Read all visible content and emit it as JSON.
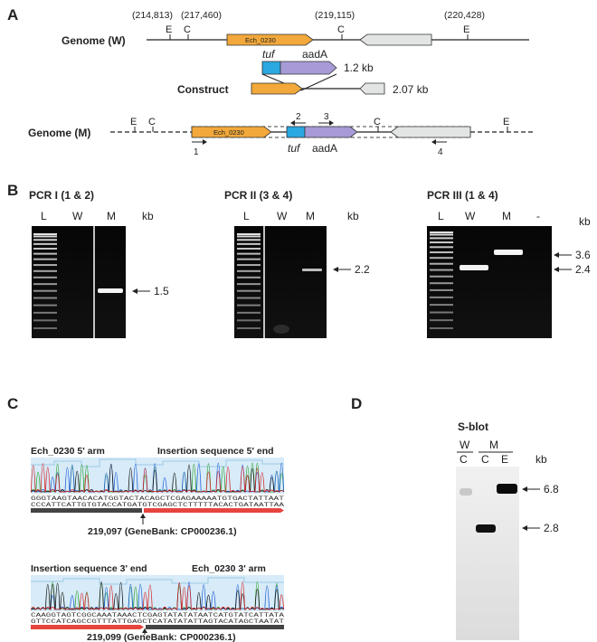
{
  "panelA": {
    "label": "A",
    "coords": [
      "(214,813)",
      "(217,460)",
      "(219,115)",
      "(220,428)"
    ],
    "genome_w": "Genome (W)",
    "construct": "Construct",
    "genome_m": "Genome (M)",
    "gene": "Ech_0230",
    "tuf": "tuf",
    "aadA": "aadA",
    "size_insert": "1.2 kb",
    "size_construct": "2.07 kb",
    "site_E": "E",
    "site_C": "C",
    "primers": [
      "1",
      "2",
      "3",
      "4"
    ],
    "colors": {
      "gene": "#f2a83a",
      "tuf": "#2aa8e0",
      "aadA": "#a79ad6",
      "grey_gene": "#e3e4e4"
    }
  },
  "panelB": {
    "label": "B",
    "gels": [
      {
        "title": "PCR I (1 & 2)",
        "lanes": [
          "L",
          "W",
          "M"
        ],
        "unit": "kb",
        "marker": "1.5"
      },
      {
        "title": "PCR II (3 & 4)",
        "lanes": [
          "L",
          "W",
          "M"
        ],
        "unit": "kb",
        "marker": "2.2"
      },
      {
        "title": "PCR III (1 & 4)",
        "lanes": [
          "L",
          "W",
          "M",
          "-"
        ],
        "unit": "kb",
        "markers": [
          "3.6",
          "2.4"
        ]
      }
    ]
  },
  "panelC": {
    "label": "C",
    "top": {
      "left_title": "Ech_0230 5' arm",
      "right_title": "Insertion sequence 5' end",
      "seq1": "GGGTAAGTAACACATGGTACTACAGCTCGAGAAAAATGTGACTATTAAT",
      "seq2": "CCCATTCATTGTGTACCATGATGTCGAGCTCTTTTTACACTGATAATTAA",
      "position": "219,097 (GeneBank: CP000236.1)"
    },
    "bottom": {
      "left_title": "Insertion sequence 3' end",
      "right_title": "Ech_0230 3' arm",
      "seq1": "CAAGGTAGTCGGCAAATAAACTCGAGTATATATAATCATGTATCATTATA",
      "seq2": "GTTCCATCAGCCGTTTATTGAGCTCATATATATTAGTACATAGCTAATAT",
      "position": "219,099 (GeneBank: CP000236.1)"
    }
  },
  "panelD": {
    "label": "D",
    "title": "S-blot",
    "groups": [
      "W",
      "M"
    ],
    "lanes": [
      "C",
      "C",
      "E"
    ],
    "unit": "kb",
    "markers": [
      "6.8",
      "2.8"
    ]
  }
}
